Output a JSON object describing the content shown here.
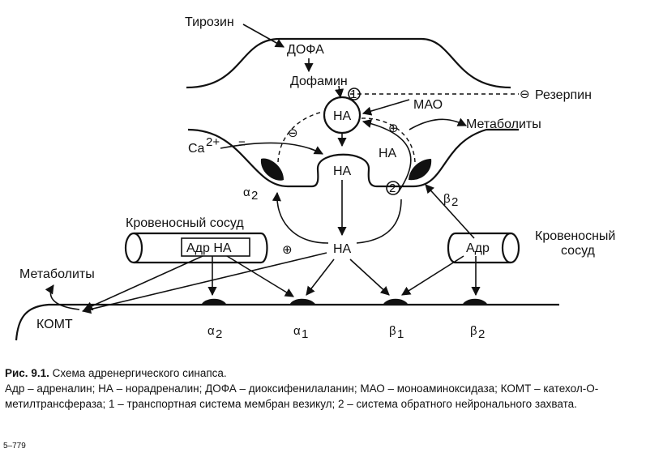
{
  "labels": {
    "tyrosine": "Тирозин",
    "dopa": "ДОФА",
    "dopamine": "Дофамин",
    "reserpine": "Резерпин",
    "mao": "МАО",
    "metabolites_top": "Метаболиты",
    "calcium": "Ca",
    "calcium_sup": "2+",
    "ne_vesicle": "НА",
    "ne_granule": "НА",
    "ne_side": "НА",
    "ne_cleft": "НА",
    "alpha2_pre": "α",
    "alpha2_pre_sub": "2",
    "beta2_pre": "β",
    "beta2_pre_sub": "2",
    "marker_1": "1",
    "marker_2": "2",
    "minus_sign": "⊖",
    "plus_sign": "⊕",
    "vessel_left_title": "Кровеносный сосуд",
    "vessel_left_content": "Адр НА",
    "vessel_right_title_1": "Кровеносный",
    "vessel_right_title_2": "сосуд",
    "vessel_right_content": "Адр",
    "metabolites_left": "Метаболиты",
    "comt": "КОМТ",
    "plus_center": "⊕",
    "receptors": [
      {
        "sym": "α",
        "sub": "2"
      },
      {
        "sym": "α",
        "sub": "1"
      },
      {
        "sym": "β",
        "sub": "1"
      },
      {
        "sym": "β",
        "sub": "2"
      }
    ]
  },
  "caption": {
    "fig_label": "Рис. 9.1.",
    "title": "Схема адренергического синапса.",
    "legend": "Адр – адреналин; НА – норадреналин; ДОФА – диоксифенилаланин; МАО – моноаминоксидаза; КОМТ – катехол-О-метилтрансфераза; 1 – транспортная система мембран везикул; 2 – система обратного нейронального захвата."
  },
  "page_number": "5–779"
}
